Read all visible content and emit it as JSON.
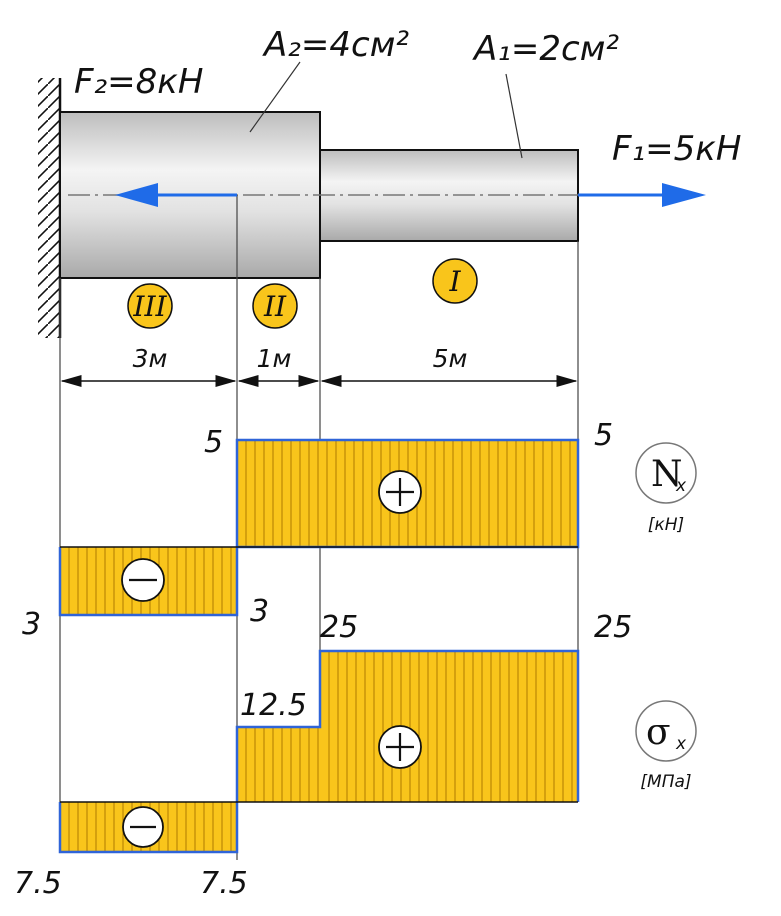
{
  "forces": {
    "f1": "F₁=5кН",
    "f2": "F₂=8кН"
  },
  "areas": {
    "a1": "A₁=2см²",
    "a2": "A₂=4см²"
  },
  "sections": [
    "III",
    "II",
    "I"
  ],
  "lengths": [
    "3м",
    "1м",
    "5м"
  ],
  "axial_force": {
    "symbol": "N",
    "subscript": "x",
    "unit": "[кН]",
    "values": {
      "left_neg": "3",
      "mid_neg": "3",
      "top_left": "5",
      "top_right": "5"
    },
    "signs": {
      "plus": "+",
      "minus": "−"
    }
  },
  "stress": {
    "symbol": "σ",
    "subscript": "x",
    "unit": "[МПа]",
    "values": {
      "left_neg": "7.5",
      "mid_neg": "7.5",
      "step": "12.5",
      "top_left": "25",
      "top_right": "25"
    },
    "signs": {
      "plus": "+",
      "minus": "−"
    }
  },
  "colors": {
    "fill": "#F9C51B",
    "outline": "#2F64D8",
    "arrow": "#1F6BE8",
    "body": "#D8D8D8"
  }
}
